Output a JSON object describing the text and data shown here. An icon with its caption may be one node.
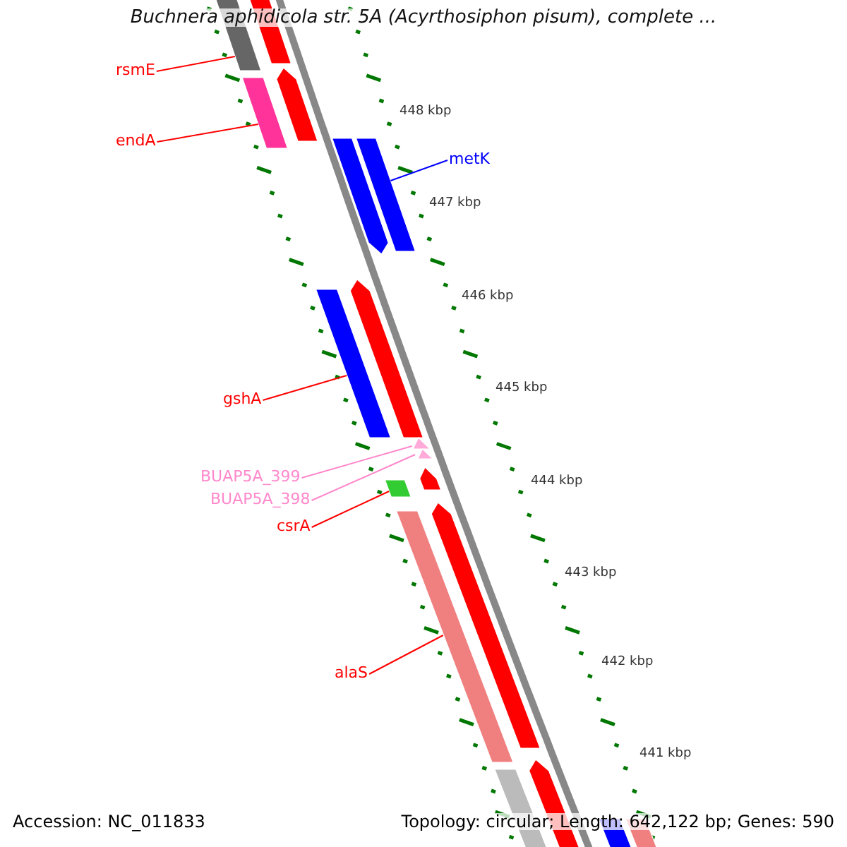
{
  "diagram": {
    "title": "Buchnera aphidicola str. 5A (Acyrthosiphon pisum), complete ...",
    "nodes": [
      {
        "text": [
          "rsmE"
        ]
      },
      {
        "text": [],
        "shape": "bar"
      },
      {
        "text": [
          "endA"
        ]
      },
      {
        "text": [],
        "shape": "bar"
      },
      {
        "text": [
          "metK"
        ]
      },
      {
        "text": [],
        "shape": "bar"
      },
      {
        "text": [
          "gshA"
        ]
      },
      {
        "text": [],
        "shape": "bar"
      },
      {
        "text": [
          "BUAP5A_399"
        ]
      },
      {
        "text": [],
        "shape": "bar"
      },
      {
        "text": [
          "BUAP5A_398"
        ]
      },
      {
        "text": [],
        "shape": "bar"
      },
      {
        "text": [
          "csrA"
        ]
      },
      {
        "text": [],
        "shape": "bar"
      },
      {
        "text": [
          "alaS"
        ]
      },
      {
        "text": [],
        "shape": "bar"
      }
    ],
    "edges": [
      {
        "from": 0,
        "to": 1,
        "arrow": "none"
      },
      {
        "from": 2,
        "to": 3,
        "arrow": "none"
      },
      {
        "from": 4,
        "to": 5,
        "arrow": "none",
        "color": "#0000ff"
      },
      {
        "from": 6,
        "to": 7,
        "arrow": "none"
      },
      {
        "from": 8,
        "to": 9,
        "arrow": "none",
        "color": "#ff88cc"
      },
      {
        "from": 10,
        "to": 11,
        "arrow": "none",
        "color": "#ff88cc"
      },
      {
        "from": 12,
        "to": 13,
        "arrow": "none"
      },
      {
        "from": 14,
        "to": 15,
        "arrow": "none"
      }
    ],
    "labels": [
      "448 kbp",
      "447 kbp",
      "446 kbp",
      "445 kbp",
      "444 kbp",
      "443 kbp",
      "442 kbp",
      "441 kbp",
      "Accession: NC_011833",
      "Topology: circular; Length: 642,122 bp; Genes: 590"
    ]
  }
}
